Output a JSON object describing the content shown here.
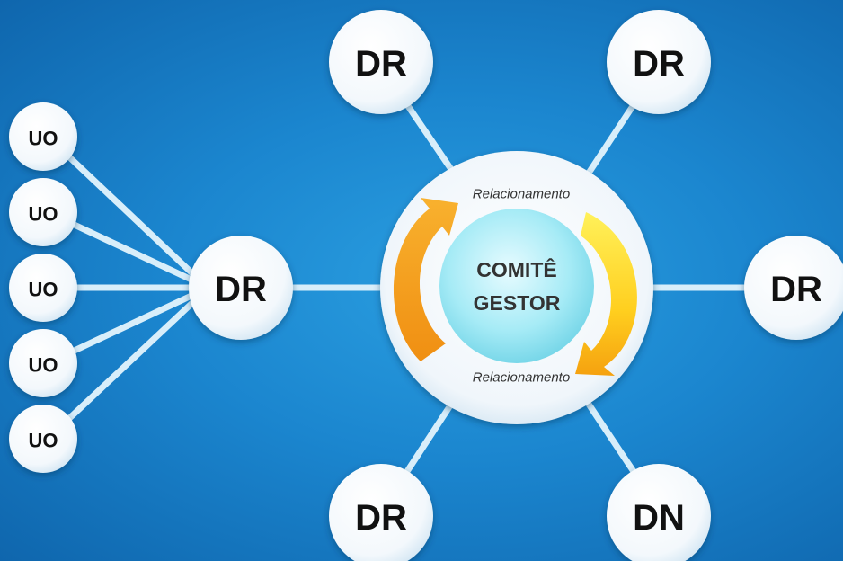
{
  "center": {
    "line1": "COMITÊ",
    "line2": "GESTOR",
    "relationship_top": "Relacionamento",
    "relationship_bottom": "Relacionamento"
  },
  "nodes": {
    "dr_top_left": "DR",
    "dr_top_right": "DR",
    "dr_left": "DR",
    "dr_right": "DR",
    "dr_bottom_left": "DR",
    "dn_bottom_right": "DN",
    "uo_1": "UO",
    "uo_2": "UO",
    "uo_3": "UO",
    "uo_4": "UO",
    "uo_5": "UO"
  },
  "colors": {
    "background": "#1b86cf",
    "connector": "#d8eefa",
    "node_fill": "#ffffff",
    "arrow_orange": "#f6a623",
    "arrow_yellow": "#ffe23a",
    "center_core": "#9ee8f4"
  }
}
